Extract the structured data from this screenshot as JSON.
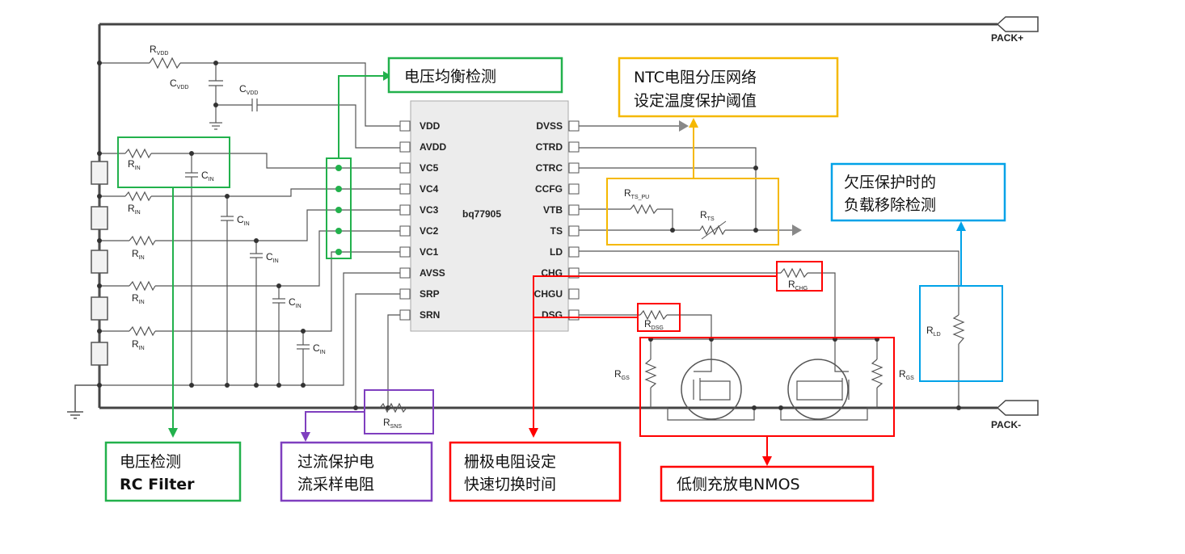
{
  "chip": {
    "name": "bq77905",
    "left_pins": [
      "VDD",
      "AVDD",
      "VC5",
      "VC4",
      "VC3",
      "VC2",
      "VC1",
      "AVSS",
      "SRP",
      "SRN"
    ],
    "right_pins": [
      "DVSS",
      "CTRD",
      "CTRC",
      "CCFG",
      "VTB",
      "TS",
      "LD",
      "CHG",
      "CHGU",
      "DSG"
    ]
  },
  "terminals": {
    "pack_plus": "PACK+",
    "pack_minus": "PACK-"
  },
  "components": {
    "r_vdd": {
      "main": "R",
      "sub": "VDD"
    },
    "c_vdd_1": {
      "main": "C",
      "sub": "VDD"
    },
    "c_vdd_2": {
      "main": "C",
      "sub": "VDD"
    },
    "r_in": {
      "main": "R",
      "sub": "IN"
    },
    "c_in": {
      "main": "C",
      "sub": "IN"
    },
    "r_ts_pu": {
      "main": "R",
      "sub": "TS_PU"
    },
    "r_ts": {
      "main": "R",
      "sub": "TS"
    },
    "r_chg": {
      "main": "R",
      "sub": "CHG"
    },
    "r_dsg": {
      "main": "R",
      "sub": "DSG"
    },
    "r_gs": {
      "main": "R",
      "sub": "GS"
    },
    "r_ld": {
      "main": "R",
      "sub": "LD"
    },
    "r_sns": {
      "main": "R",
      "sub": "SNS"
    }
  },
  "annotations": {
    "cell_balance": "电压均衡检测",
    "ntc_line1": "NTC电阻分压网络",
    "ntc_line2": "设定温度保护阈值",
    "uv_line1": "欠压保护时的",
    "uv_line2": "负载移除检测",
    "rc_line1": "电压检测",
    "rc_line2": "RC Filter",
    "oc_line1": "过流保护电",
    "oc_line2": "流采样电阻",
    "gate_line1": "栅极电阻设定",
    "gate_line2": "快速切换时间",
    "nmos": "低侧充放电NMOS"
  },
  "colors": {
    "wire": "#555555",
    "green": "#22b14c",
    "orange": "#f5b800",
    "blue": "#00a2e8",
    "red": "#ff0000",
    "purple": "#7f3fbf"
  }
}
